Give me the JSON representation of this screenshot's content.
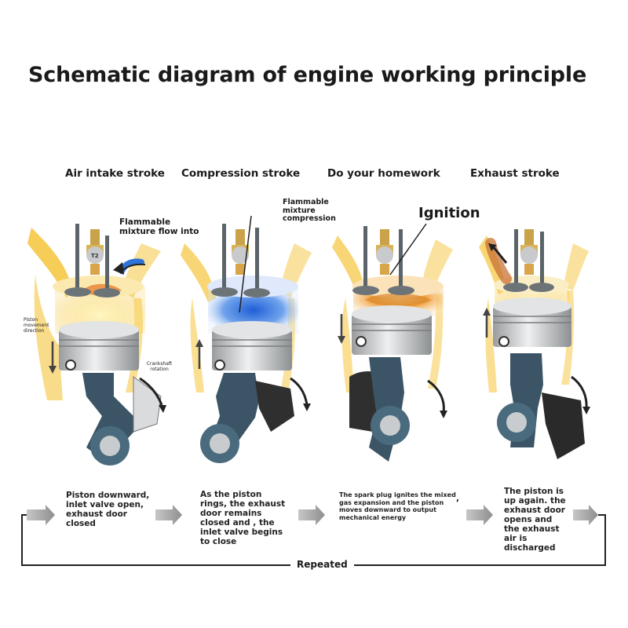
{
  "title": "Schematic diagram of engine working principle",
  "strokes": [
    {
      "label": "Air intake stroke",
      "description": "Piston downward, inlet valve open, exhaust door closed"
    },
    {
      "label": "Compression stroke",
      "description": "As the piston rings, the exhaust door remains closed and , the inlet valve begins to close"
    },
    {
      "label": "Do your homework",
      "description": "The spark plug ignites the mixed gas expansion and the piston moves downward to output mechanical energy"
    },
    {
      "label": "Exhaust stroke",
      "description": "The piston is up again. the exhaust door opens and the exhaust air is discharged"
    }
  ],
  "annotations": {
    "flammable_flow": "Flammable mixture flow into",
    "flammable_compression": "Flammable mixture compression",
    "ignition": "Ignition",
    "piston_direction": "Piston movement direction",
    "crankshaft_rotation": "Crankshaft rotation",
    "spark_plug_mark": "T2",
    "stray_comma": ","
  },
  "cycle_label": "Repeated",
  "colors": {
    "flame": "#f5c43a",
    "fresh_mixture": "#2f73d9",
    "metal": "#b9bcbe",
    "rod": "#3b5566",
    "arrow": "#999999"
  }
}
